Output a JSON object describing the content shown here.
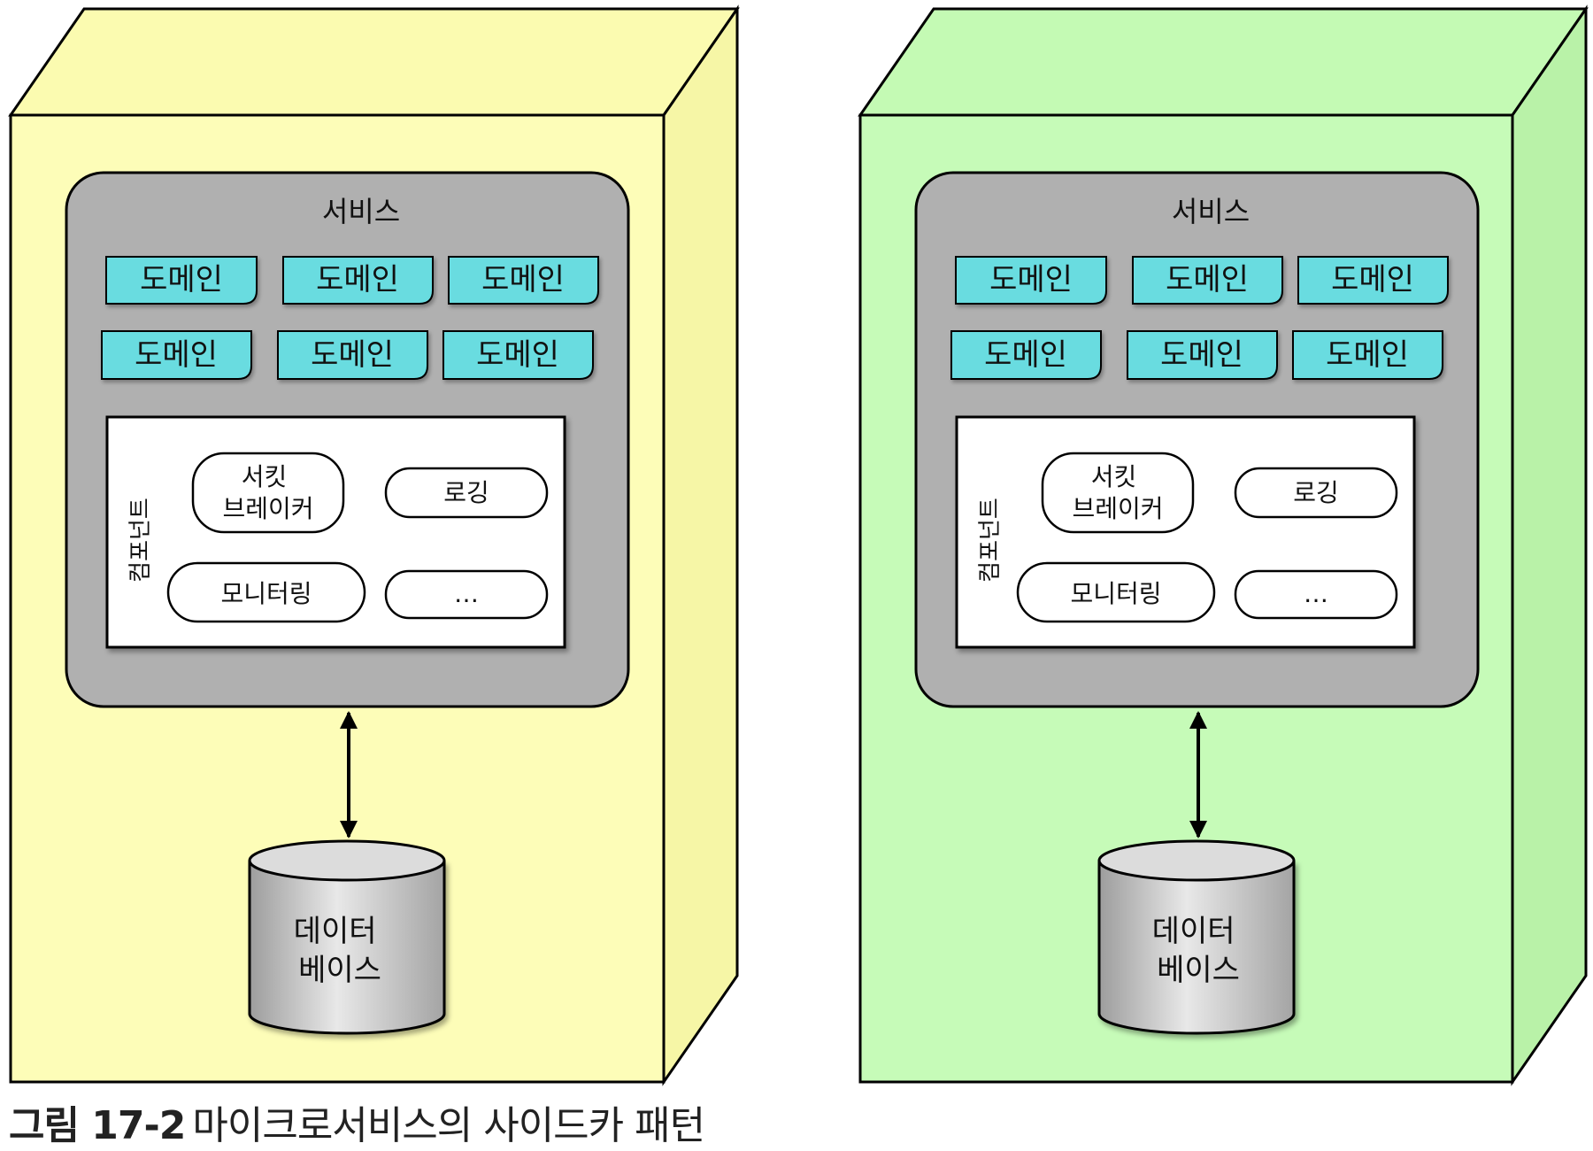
{
  "caption": {
    "figure_label": "그림 17-2",
    "title": "마이크로서비스의 사이드카 패턴"
  },
  "colors": {
    "left_box_fill": "#fdfdb8",
    "left_box_top": "#fbfbb0",
    "left_box_side": "#f6f6a6",
    "right_box_fill": "#c6fbb8",
    "right_box_top": "#c4fab4",
    "right_box_side": "#b9f2a8",
    "service_fill": "#b0b0b0",
    "domain_fill": "#69dce0",
    "component_panel_fill": "#ffffff",
    "database_fill": "#c2c2c2"
  },
  "containers": [
    {
      "service": {
        "label": "서비스",
        "domains": [
          "도메인",
          "도메인",
          "도메인",
          "도메인",
          "도메인",
          "도메인"
        ]
      },
      "component_panel": {
        "vertical_label": "컴포넌트",
        "items": [
          "서킷\n브레이커",
          "로깅",
          "모니터링",
          "…"
        ]
      },
      "database": {
        "label": "데이터\n베이스"
      }
    },
    {
      "service": {
        "label": "서비스",
        "domains": [
          "도메인",
          "도메인",
          "도메인",
          "도메인",
          "도메인",
          "도메인"
        ]
      },
      "component_panel": {
        "vertical_label": "컴포넌트",
        "items": [
          "서킷\n브레이커",
          "로깅",
          "모니터링",
          "…"
        ]
      },
      "database": {
        "label": "데이터\n베이스"
      }
    }
  ]
}
